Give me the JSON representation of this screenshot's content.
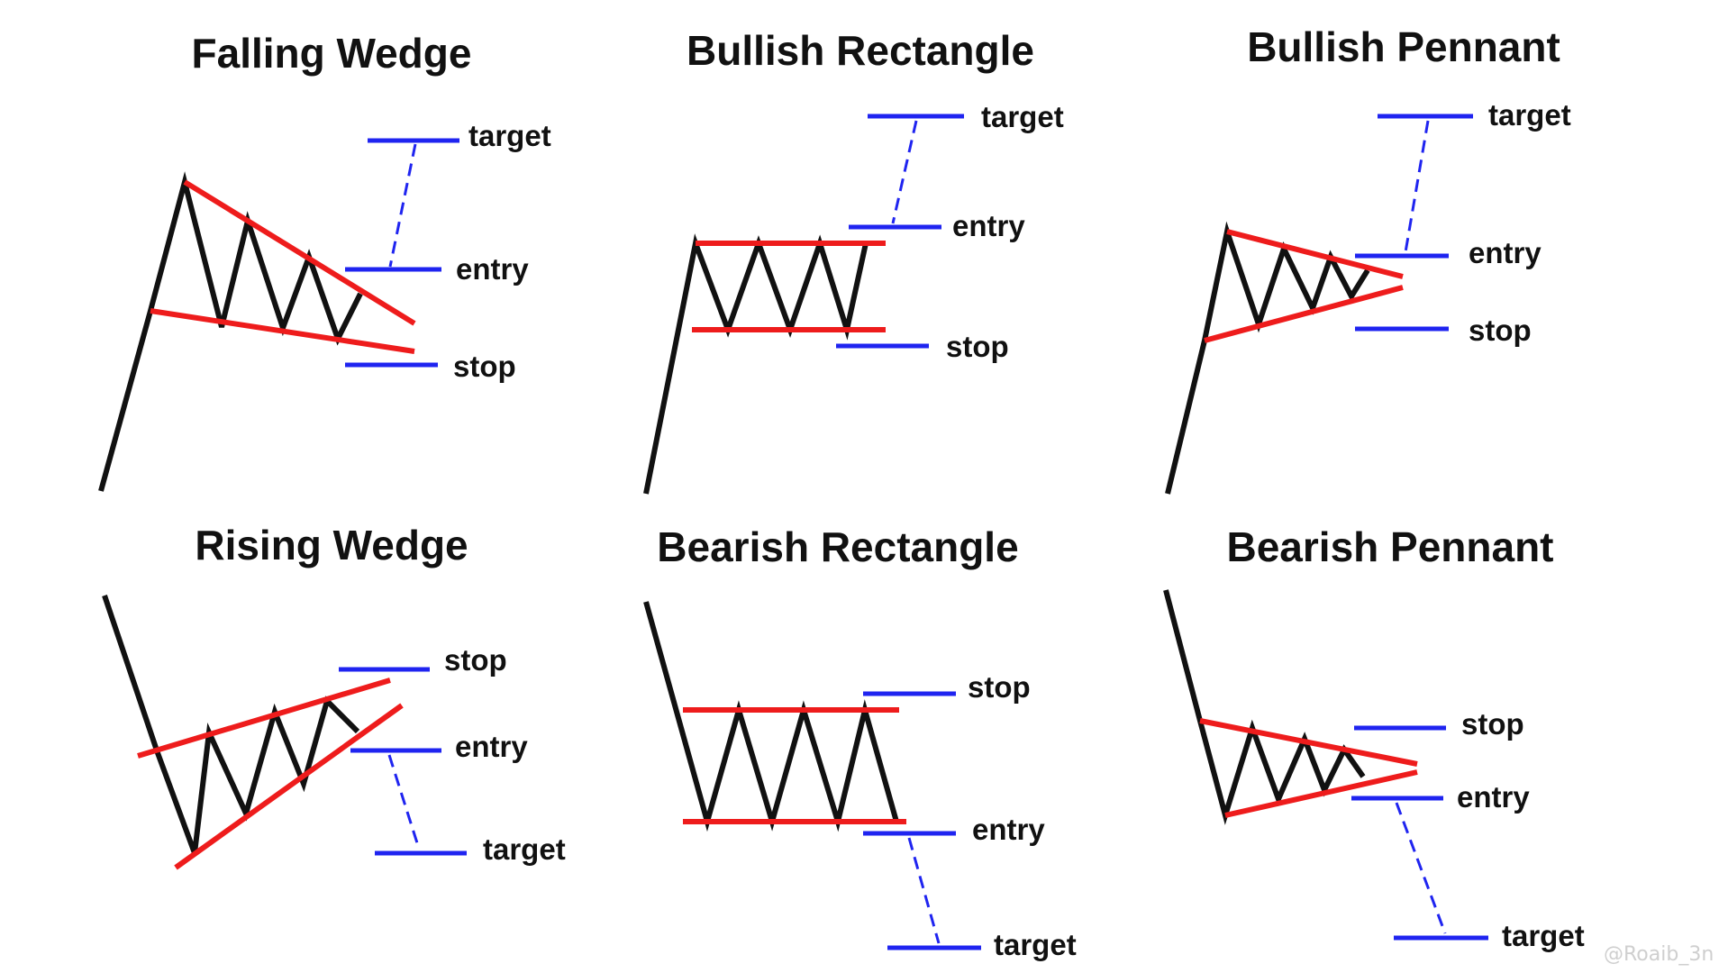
{
  "colors": {
    "price": "#111111",
    "trendline": "#ee1c1c",
    "level": "#1f24f0",
    "text": "#111111",
    "background": "#ffffff"
  },
  "panels": [
    {
      "id": "falling-wedge",
      "title": "Falling Wedge",
      "levels": {
        "target": "target",
        "entry": "entry",
        "stop": "stop"
      }
    },
    {
      "id": "bullish-rectangle",
      "title": "Bullish Rectangle",
      "levels": {
        "target": "target",
        "entry": "entry",
        "stop": "stop"
      }
    },
    {
      "id": "bullish-pennant",
      "title": "Bullish Pennant",
      "levels": {
        "target": "target",
        "entry": "entry",
        "stop": "stop"
      }
    },
    {
      "id": "rising-wedge",
      "title": "Rising Wedge",
      "levels": {
        "stop": "stop",
        "entry": "entry",
        "target": "target"
      }
    },
    {
      "id": "bearish-rectangle",
      "title": "Bearish Rectangle",
      "levels": {
        "stop": "stop",
        "entry": "entry",
        "target": "target"
      }
    },
    {
      "id": "bearish-pennant",
      "title": "Bearish Pennant",
      "levels": {
        "stop": "stop",
        "entry": "entry",
        "target": "target"
      }
    }
  ],
  "watermark": "@Roaib_3n"
}
